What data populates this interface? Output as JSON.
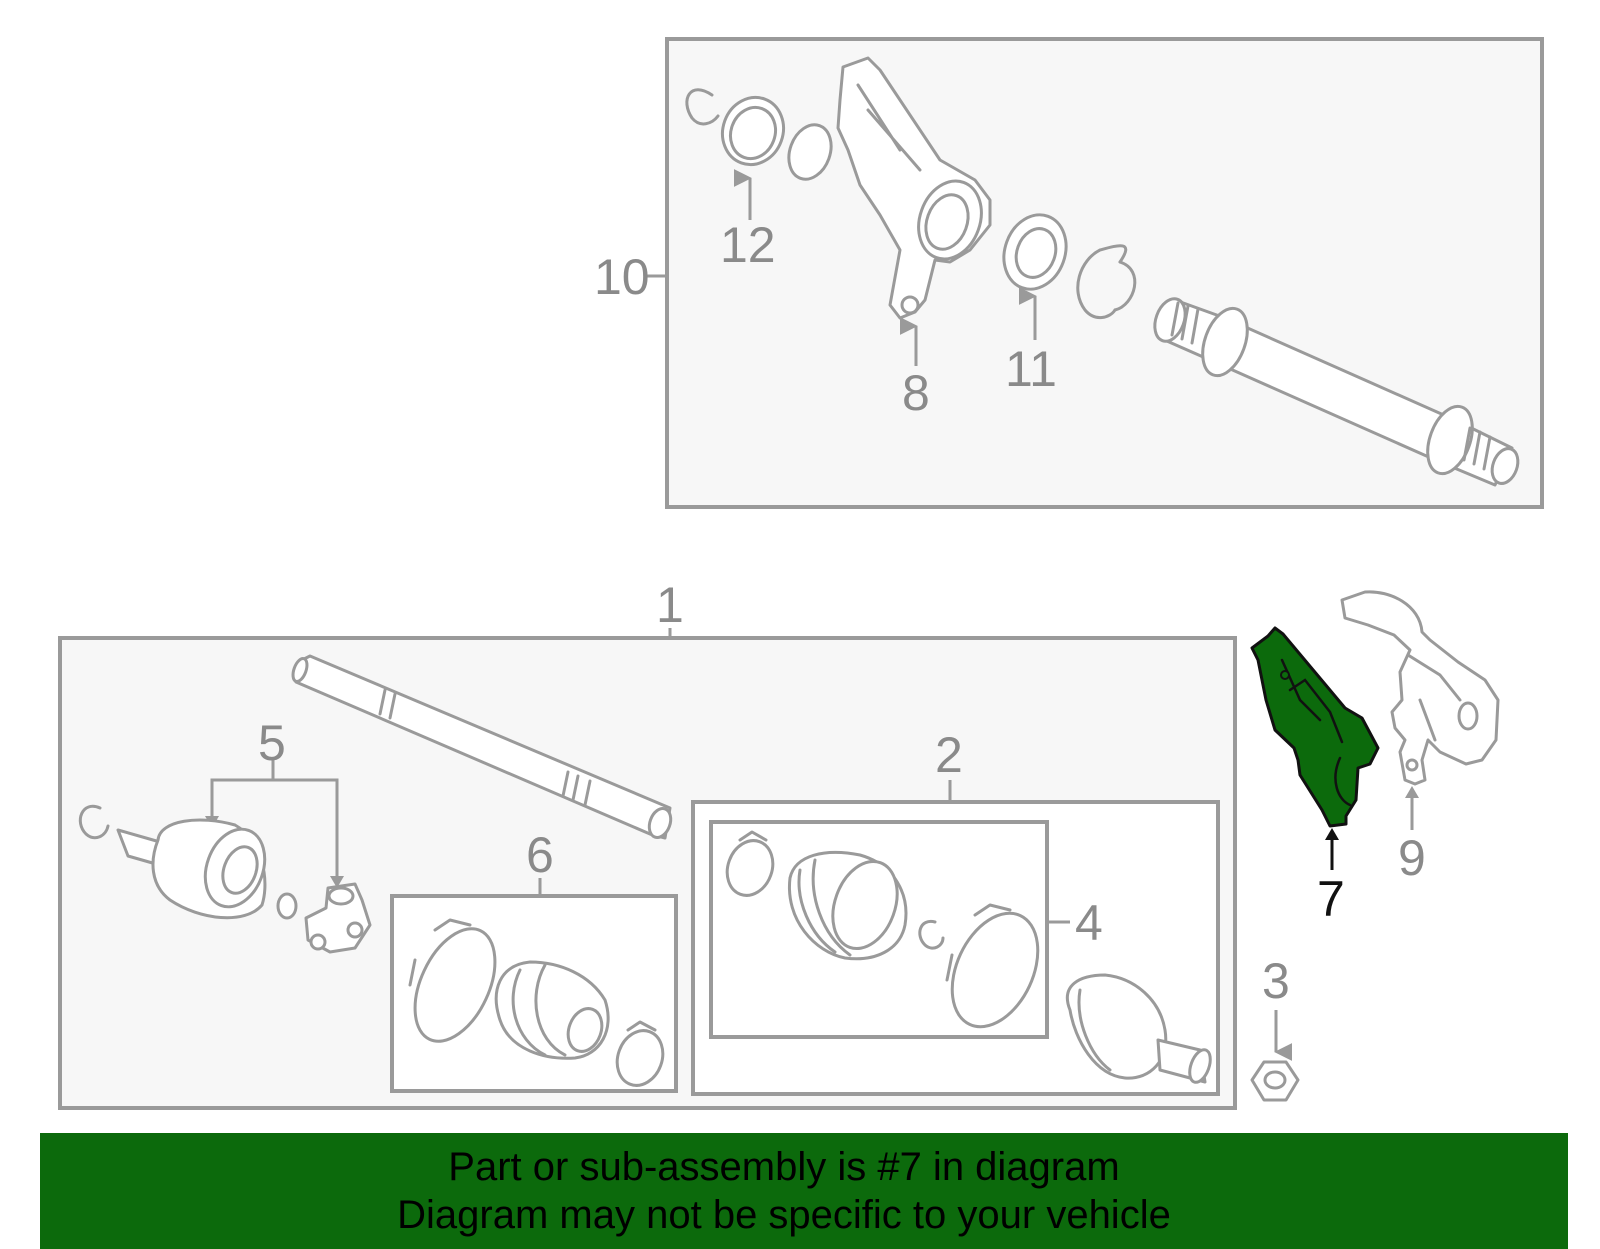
{
  "callouts": {
    "c1": "1",
    "c2": "2",
    "c3": "3",
    "c4": "4",
    "c5": "5",
    "c6": "6",
    "c7": "7",
    "c8": "8",
    "c9": "9",
    "c10": "10",
    "c11": "11",
    "c12": "12"
  },
  "highlighted_part": "7",
  "colors": {
    "highlight": "#0c6a0c",
    "line": "#9a9a9a",
    "banner": "#0c6a0c"
  },
  "banner": {
    "line1": "Part or sub-assembly is #7 in diagram",
    "line2": "Diagram may not be specific to your vehicle"
  }
}
